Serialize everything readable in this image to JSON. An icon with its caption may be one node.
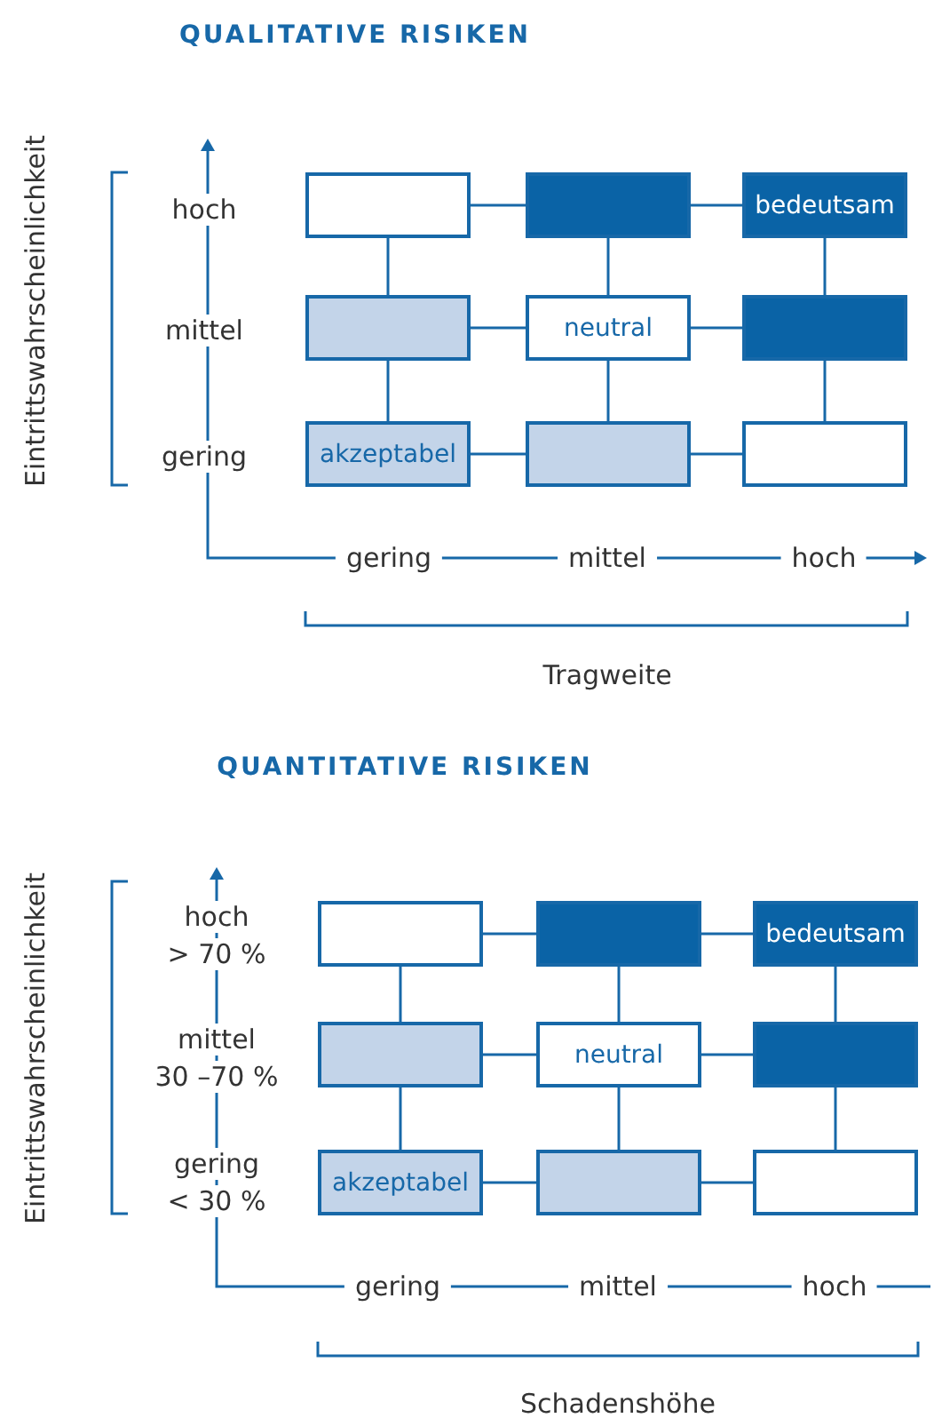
{
  "diagram": {
    "nodes": [
      {
        "text": [],
        "shape": "box"
      },
      {
        "text": [],
        "shape": "box"
      },
      {
        "text": [
          "bedeutsam"
        ]
      },
      {
        "text": [],
        "shape": "box"
      },
      {
        "text": [
          "neutral"
        ]
      },
      {
        "text": [],
        "shape": "box"
      },
      {
        "text": [
          "akzeptabel"
        ]
      },
      {
        "text": [],
        "shape": "box"
      },
      {
        "text": [],
        "shape": "box"
      },
      {
        "text": [],
        "shape": "box"
      },
      {
        "text": [],
        "shape": "box"
      },
      {
        "text": [
          "bedeutsam"
        ]
      },
      {
        "text": [],
        "shape": "box"
      },
      {
        "text": [
          "neutral"
        ]
      },
      {
        "text": [],
        "shape": "box"
      },
      {
        "text": [
          "akzeptabel"
        ]
      },
      {
        "text": [],
        "shape": "box"
      },
      {
        "text": [],
        "shape": "box"
      }
    ],
    "edges": [
      {
        "from": 0,
        "to": 1,
        "arrow": "none"
      },
      {
        "from": 1,
        "to": 2,
        "arrow": "none"
      },
      {
        "from": 3,
        "to": 4,
        "arrow": "none"
      },
      {
        "from": 4,
        "to": 5,
        "arrow": "none"
      },
      {
        "from": 6,
        "to": 7,
        "arrow": "none"
      },
      {
        "from": 7,
        "to": 8,
        "arrow": "none"
      },
      {
        "from": 0,
        "to": 3,
        "arrow": "none"
      },
      {
        "from": 3,
        "to": 6,
        "arrow": "none"
      },
      {
        "from": 1,
        "to": 4,
        "arrow": "none"
      },
      {
        "from": 4,
        "to": 7,
        "arrow": "none"
      },
      {
        "from": 2,
        "to": 5,
        "arrow": "none"
      },
      {
        "from": 5,
        "to": 8,
        "arrow": "none"
      },
      {
        "from": 9,
        "to": 10,
        "arrow": "none"
      },
      {
        "from": 10,
        "to": 11,
        "arrow": "none"
      },
      {
        "from": 12,
        "to": 13,
        "arrow": "none"
      },
      {
        "from": 13,
        "to": 14,
        "arrow": "none"
      },
      {
        "from": 15,
        "to": 16,
        "arrow": "none"
      },
      {
        "from": 16,
        "to": 17,
        "arrow": "none"
      },
      {
        "from": 9,
        "to": 12,
        "arrow": "none"
      },
      {
        "from": 12,
        "to": 15,
        "arrow": "none"
      },
      {
        "from": 10,
        "to": 13,
        "arrow": "none"
      },
      {
        "from": 13,
        "to": 16,
        "arrow": "none"
      },
      {
        "from": 11,
        "to": 14,
        "arrow": "none"
      },
      {
        "from": 14,
        "to": 17,
        "arrow": "none"
      }
    ],
    "labels": [
      "QUALITATIVE RISIKEN",
      "Eintrittswahrscheinlichkeit",
      "hoch",
      "mittel",
      "gering",
      "gering",
      "mittel",
      "hoch",
      "Tragweite",
      "QUANTITATIVE RISIKEN",
      "Eintrittswahrscheinlichkeit",
      "hoch",
      "> 70 %",
      "mittel",
      "30 –70 %",
      "gering",
      "< 30 %",
      "gering",
      "mittel",
      "hoch",
      "Schadenshöhe"
    ]
  }
}
